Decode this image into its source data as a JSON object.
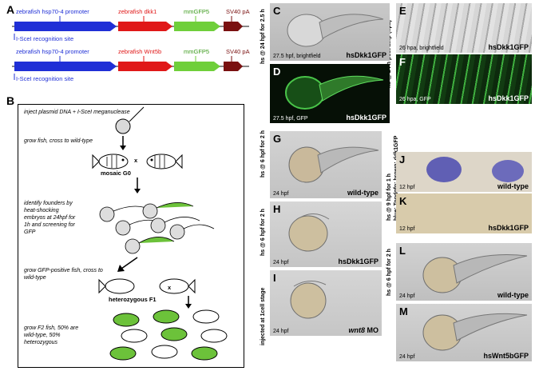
{
  "panel_a": {
    "letter": "A",
    "construct1": {
      "promoter": "zebrafish hsp70-4 promoter",
      "gene": "zebrafish dkk1",
      "reporter": "mmGFP5",
      "polya": "SV40 pA",
      "site": "I-SceI recognition site"
    },
    "construct2": {
      "promoter": "zebrafish hsp70-4 promoter",
      "gene": "zebrafish Wnt5b",
      "reporter": "mmGFP5",
      "polya": "SV40 pA",
      "site": "I-SceI recognition site"
    },
    "colors": {
      "promoter": "#1f2fd6",
      "gene": "#e01818",
      "reporter": "#6fcf3a",
      "polya": "#7a1010"
    }
  },
  "panel_b": {
    "letter": "B",
    "step1": "inject plasmid DNA + I-SceI meganuclease",
    "step2": "grow fish, cross to wild-type",
    "mosaic": "mosaic G0",
    "cross": "x",
    "step3": "identify founders by heat-shocking embryos at 24hpf for 1h and screening for GFP",
    "step4": "grow GFP-positive fish, cross to wild-type",
    "hetero": "heterozygous F1",
    "step5": "grow F2 fish, 50% are wild-type, 50% heterozygous"
  },
  "side_labels": {
    "cd": "hs @ 24 hpf for 2.5 h",
    "g": "hs @ 6 hpf for 2 h",
    "h": "hs @ 6 hpf for 2 h",
    "i": "injected at 1cell stage",
    "ef": "hs @ 24 h post amp (hpa)",
    "jk": "hs @ 9 hpf for 1 h",
    "jk2": "blue: Topdgfp; brown: ddk1GFP",
    "lm": "hs @ 6 hpf for 2 h"
  },
  "panels": {
    "c": {
      "letter": "C",
      "caption": "27.5 hpf, brightfield",
      "name": "hsDkk1GFP"
    },
    "d": {
      "letter": "D",
      "caption": "27.5 hpf, GFP",
      "name": "hsDkk1GFP"
    },
    "e": {
      "letter": "E",
      "caption": "26 hpa, brightfield",
      "name": "hsDkk1GFP"
    },
    "f": {
      "letter": "F",
      "caption": "26 hpa, GFP",
      "name": "hsDkk1GFP"
    },
    "g": {
      "letter": "G",
      "caption": "24 hpf",
      "name": "wild-type"
    },
    "h": {
      "letter": "H",
      "caption": "24 hpf",
      "name": "hsDkk1GFP"
    },
    "i": {
      "letter": "I",
      "caption": "24 hpf",
      "name_gene": "wnt8",
      "name_suffix": " MO"
    },
    "j": {
      "letter": "J",
      "caption": "12 hpf",
      "name": "wild-type"
    },
    "k": {
      "letter": "K",
      "caption": "12 hpf",
      "name": "hsDkk1GFP"
    },
    "l": {
      "letter": "L",
      "caption": "24 hpf",
      "name": "wild-type"
    },
    "m": {
      "letter": "M",
      "caption": "24 hpf",
      "name": "hsWnt5bGFP"
    }
  }
}
